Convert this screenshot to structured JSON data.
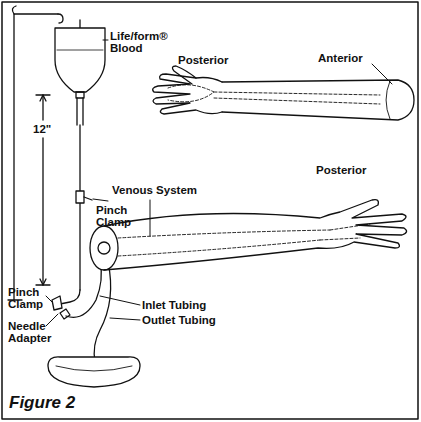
{
  "diagram": {
    "caption": "Figure 2",
    "labels": [
      "Life/form® Blood",
      "Posterior",
      "Anterior",
      "12\"",
      "Pinch Clamp",
      "Venous System",
      "Posterior",
      "Pinch Clamp",
      "Needle Adapter",
      "Inlet Tubing",
      "Outlet Tubing"
    ]
  }
}
